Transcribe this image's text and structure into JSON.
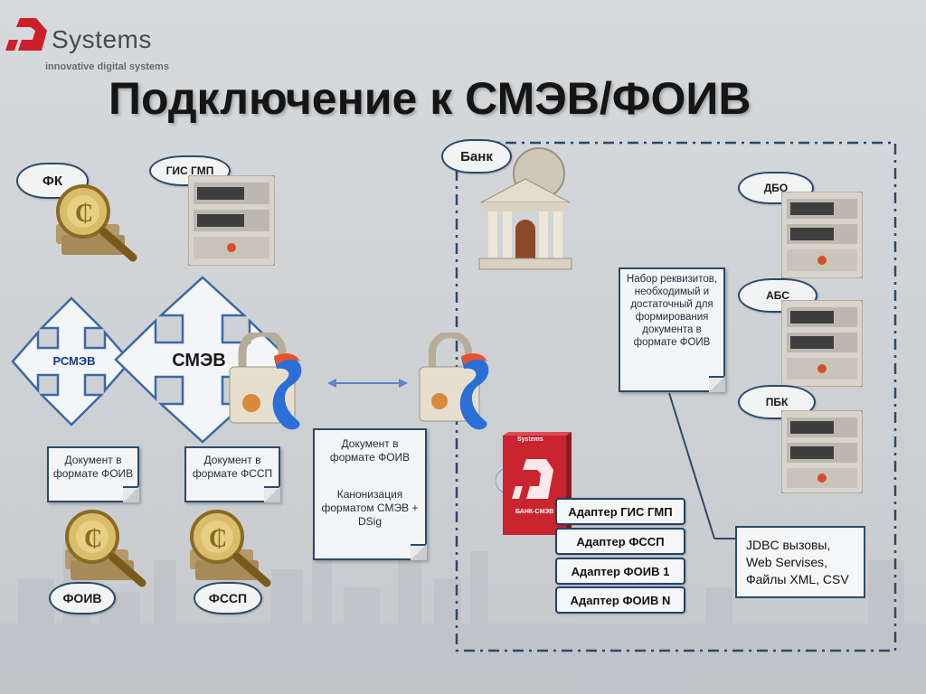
{
  "logo": {
    "brand": "Systems",
    "tagline": "innovative digital systems"
  },
  "title": "Подключение к СМЭВ/ФОИВ",
  "clouds": {
    "fk": "ФК",
    "gis_gmp": "ГИС ГМП",
    "bank": "Банк",
    "dbo": "ДБО",
    "abs": "АБС",
    "pbk": "ПБК",
    "foiv": "ФОИВ",
    "fssp": "ФССП"
  },
  "arrows": {
    "rsmev": "РСМЭВ",
    "smev": "СМЭВ"
  },
  "notes": {
    "doc_foiv": "Документ в формате ФОИВ",
    "doc_fssp": "Документ в формате ФССП",
    "doc_center_top": "Документ в формате ФОИВ",
    "doc_center_bottom": "Канонизация форматом СМЭВ + DSig",
    "requisites": "Набор реквизитов, необходимый и достаточный для формирования документа в формате ФОИВ"
  },
  "product_box": {
    "brand": "Systems",
    "label": "БАНК-СМЭВ"
  },
  "adapters": [
    "Адаптер ГИС ГМП",
    "Адаптер ФССП",
    "Адаптер ФОИВ 1",
    "Адаптер ФОИВ N"
  ],
  "integration": [
    "JDBC вызовы,",
    "Web Servises,",
    "Файлы XML, CSV"
  ],
  "icons": {
    "logo": "idsystems-logo-icon",
    "coin_magnifier": "coin-magnifier-icon",
    "server": "server-rack-icon",
    "bank": "bank-building-icon",
    "lock": "padlock-key-icon",
    "box": "software-box-icon"
  },
  "colors": {
    "border": "#2b4a6b",
    "logo_red": "#cc1f2a",
    "arrow_blue": "#5a86c6"
  }
}
